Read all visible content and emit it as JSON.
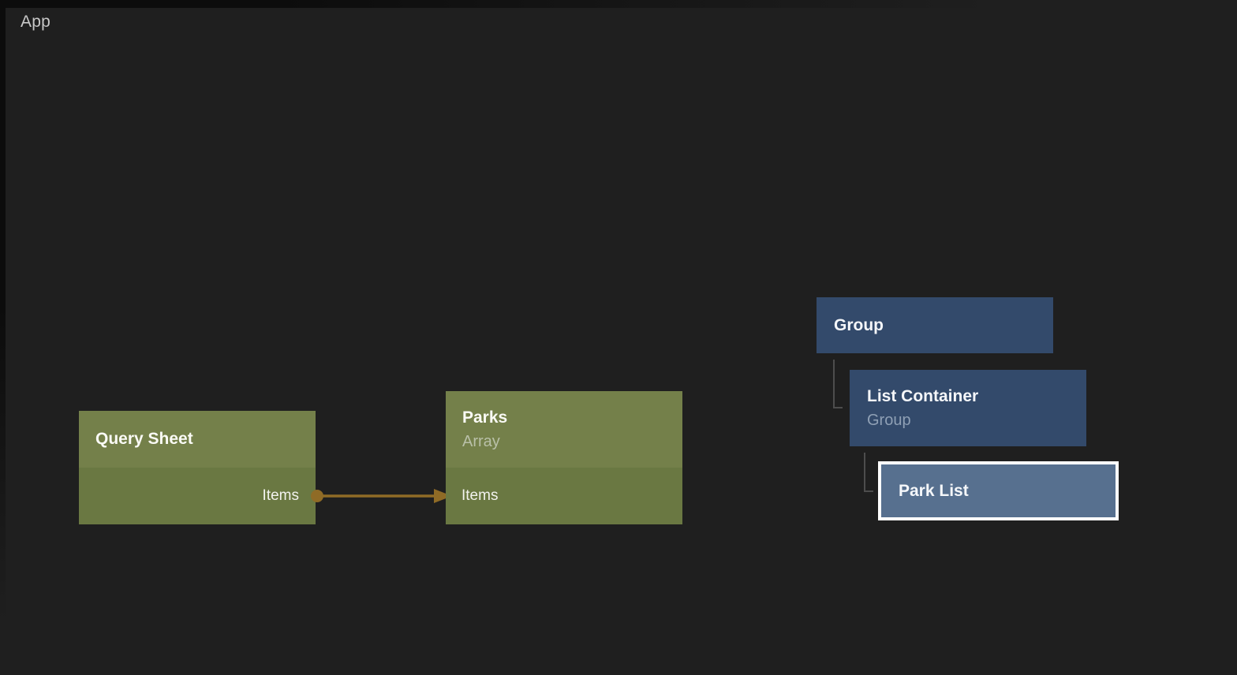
{
  "header": {
    "app_label": "App"
  },
  "palette": {
    "canvas_bg": "#1f1f1f",
    "edge_shadow": "#0c0c0c",
    "data_node_header": "#74804a",
    "data_node_body": "#6a7842",
    "ui_node_bg": "#334a6b",
    "selected_node_bg": "#57708f",
    "selection_border": "#ffffff",
    "wire_color": "#8f6b26",
    "tree_connector_color": "#4d4d4d",
    "app_label_color": "#c8c8c8",
    "subtitle_on_green": "#b9c0a8",
    "subtitle_on_blue": "#8fa0b5"
  },
  "data_nodes": [
    {
      "title": "Query Sheet",
      "ports": [
        {
          "label": "Items",
          "side": "output"
        }
      ]
    },
    {
      "title": "Parks",
      "subtitle": "Array",
      "ports": [
        {
          "label": "Items",
          "side": "input"
        }
      ]
    }
  ],
  "connection": {
    "from": "Query Sheet.Items",
    "to": "Parks.Items"
  },
  "ui_tree_nodes": [
    {
      "title": "Group",
      "selected": false
    },
    {
      "title": "List Container",
      "subtitle": "Group",
      "selected": false
    },
    {
      "title": "Park List",
      "selected": true
    }
  ]
}
